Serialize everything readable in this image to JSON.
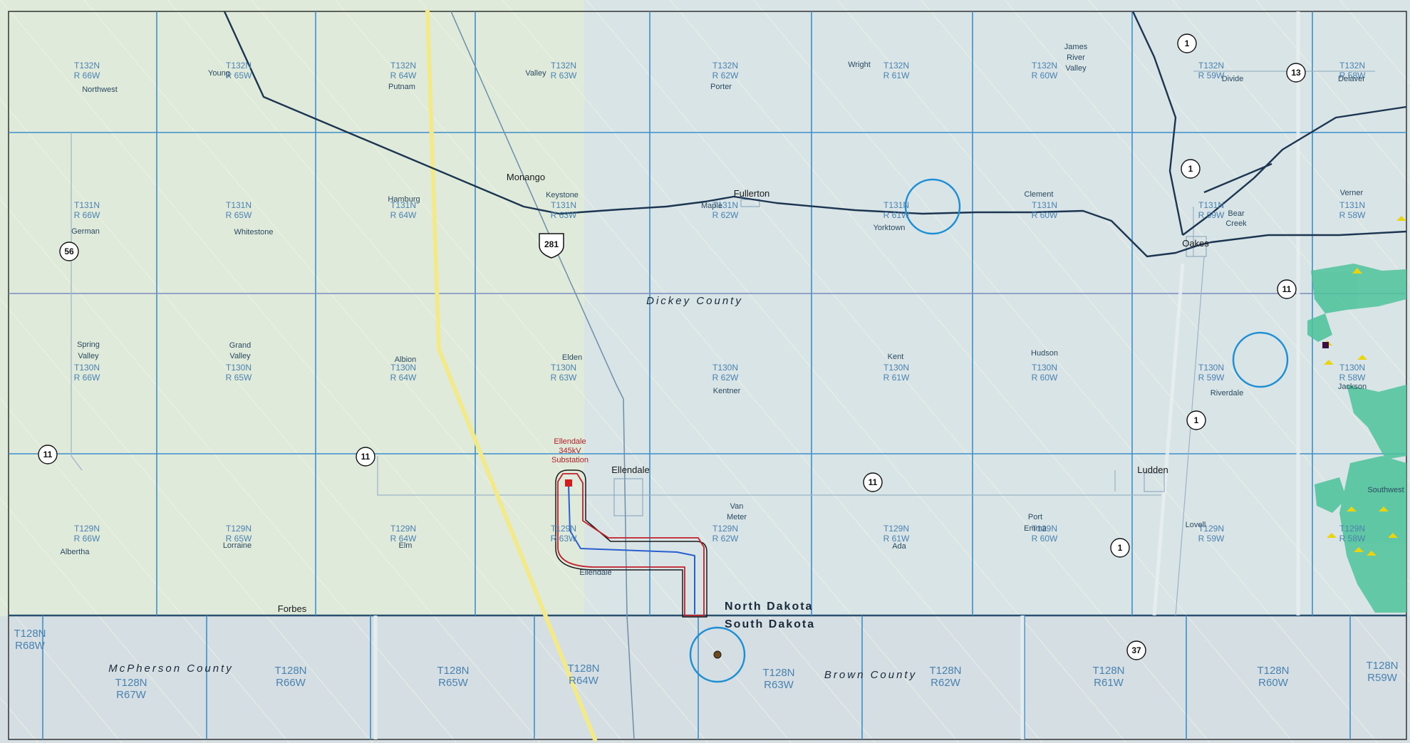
{
  "counties": {
    "dickey": "Dickey County",
    "mcpherson": "McPherson County",
    "brown": "Brown County"
  },
  "states": {
    "north": "North Dakota",
    "south": "South Dakota"
  },
  "substation": {
    "line1": "Ellendale",
    "line2": "345kV",
    "line3": "Substation"
  },
  "towns": {
    "monango": "Monango",
    "fullerton": "Fullerton",
    "oakes": "Oakes",
    "ellendale": "Ellendale",
    "ludden": "Ludden",
    "forbes": "Forbes"
  },
  "places": {
    "young": "Young",
    "northwest": "Northwest",
    "putnam": "Putnam",
    "valley": "Valley",
    "porter": "Porter",
    "wright": "Wright",
    "james_river_1": "James",
    "james_river_2": "River",
    "james_river_3": "Valley",
    "divide": "Divide",
    "delvan": "Delaver",
    "german": "German",
    "whitestone": "Whitestone",
    "hamburg": "Hamburg",
    "keystone": "Keystone",
    "maple": "Maple",
    "yorktown": "Yorktown",
    "clement": "Clement",
    "bear_creek_1": "Bear",
    "bear_creek_2": "Creek",
    "verner": "Verner",
    "spring_valley_1": "Spring",
    "spring_valley_2": "Valley",
    "grand_valley_1": "Grand",
    "grand_valley_2": "Valley",
    "albion": "Albion",
    "elden": "Elden",
    "kentner": "Kentner",
    "kent": "Kent",
    "hudson": "Hudson",
    "riverdale": "Riverdale",
    "jackson": "Jackson",
    "albertha": "Albertha",
    "lorraine": "Lorraine",
    "elm": "Elm",
    "ellendale_twp": "Ellendale",
    "van_meter_1": "Van",
    "van_meter_2": "Meter",
    "ada": "Ada",
    "port_emma_1": "Port",
    "port_emma_2": "Emma",
    "lovell": "Lovell",
    "southwest": "Southwest"
  },
  "townships": [
    {
      "t": "T132N",
      "r": "R 66W"
    },
    {
      "t": "T132N",
      "r": "R 65W"
    },
    {
      "t": "T132N",
      "r": "R 64W"
    },
    {
      "t": "T132N",
      "r": "R 63W"
    },
    {
      "t": "T132N",
      "r": "R 62W"
    },
    {
      "t": "T132N",
      "r": "R 61W"
    },
    {
      "t": "T132N",
      "r": "R 60W"
    },
    {
      "t": "T132N",
      "r": "R 59W"
    },
    {
      "t": "T132N",
      "r": "R 58W"
    },
    {
      "t": "T131N",
      "r": "R 66W"
    },
    {
      "t": "T131N",
      "r": "R 65W"
    },
    {
      "t": "T131N",
      "r": "R 64W"
    },
    {
      "t": "T131N",
      "r": "R 63W"
    },
    {
      "t": "T131N",
      "r": "R 62W"
    },
    {
      "t": "T131N",
      "r": "R 61W"
    },
    {
      "t": "T131N",
      "r": "R 60W"
    },
    {
      "t": "T131N",
      "r": "R 59W"
    },
    {
      "t": "T131N",
      "r": "R 58W"
    },
    {
      "t": "T130N",
      "r": "R 66W"
    },
    {
      "t": "T130N",
      "r": "R 65W"
    },
    {
      "t": "T130N",
      "r": "R 64W"
    },
    {
      "t": "T130N",
      "r": "R 63W"
    },
    {
      "t": "T130N",
      "r": "R 62W"
    },
    {
      "t": "T130N",
      "r": "R 61W"
    },
    {
      "t": "T130N",
      "r": "R 60W"
    },
    {
      "t": "T130N",
      "r": "R 59W"
    },
    {
      "t": "T130N",
      "r": "R 58W"
    },
    {
      "t": "T129N",
      "r": "R 66W"
    },
    {
      "t": "T129N",
      "r": "R 65W"
    },
    {
      "t": "T129N",
      "r": "R 64W"
    },
    {
      "t": "T129N",
      "r": "R 63W"
    },
    {
      "t": "T129N",
      "r": "R 62W"
    },
    {
      "t": "T129N",
      "r": "R 61W"
    },
    {
      "t": "T129N",
      "r": "R 60W"
    },
    {
      "t": "T129N",
      "r": "R 59W"
    },
    {
      "t": "T129N",
      "r": "R 58W"
    }
  ],
  "sd_townships": [
    {
      "t": "T128N",
      "r": "R68W"
    },
    {
      "t": "T128N",
      "r": "R67W"
    },
    {
      "t": "T128N",
      "r": "R66W"
    },
    {
      "t": "T128N",
      "r": "R65W"
    },
    {
      "t": "T128N",
      "r": "R64W"
    },
    {
      "t": "T128N",
      "r": "R63W"
    },
    {
      "t": "T128N",
      "r": "R62W"
    },
    {
      "t": "T128N",
      "r": "R61W"
    },
    {
      "t": "T128N",
      "r": "R60W"
    },
    {
      "t": "T128N",
      "r": "R59W"
    }
  ],
  "shields": {
    "s1a": "1",
    "s1b": "1",
    "s1c": "1",
    "s1d": "1",
    "s13": "13",
    "s56": "56",
    "s11a": "11",
    "s11b": "11",
    "s11c": "11",
    "s11d": "11",
    "s37": "37",
    "us281": "281"
  },
  "colors": {
    "background": "#d9e4e6",
    "grid": "#3d8fc9",
    "transmission": "#1c3550",
    "highway": "#f2ea8a",
    "route_red": "#c0202a",
    "route_blue": "#2a5fd0",
    "wetland": "#4cc39a"
  }
}
